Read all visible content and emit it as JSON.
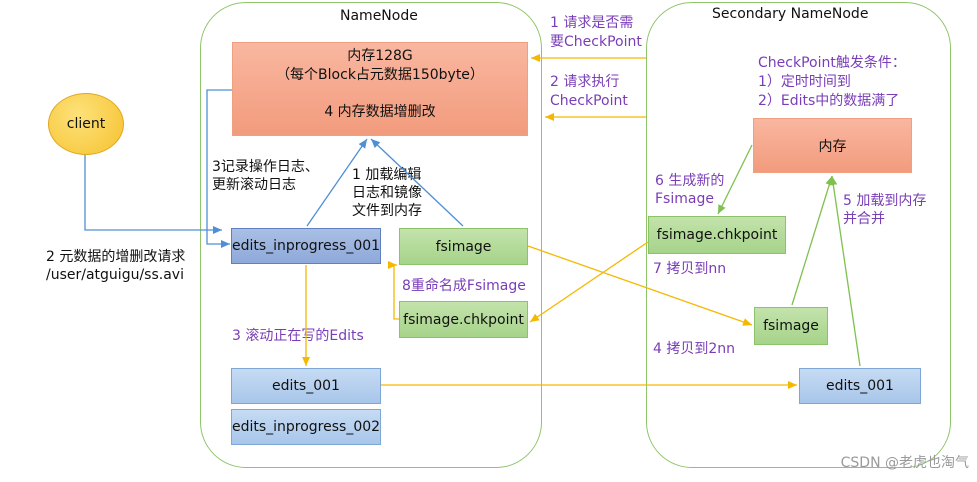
{
  "namenode": {
    "title": "NameNode",
    "memory": {
      "line1": "内存128G",
      "line2": "（每个Block占元数据150byte）",
      "line3": "4 内存数据增删改"
    },
    "edits_inprogress_001": "edits_inprogress_001",
    "fsimage": "fsimage",
    "fsimage_chkpoint": "fsimage.chkpoint",
    "edits_001": "edits_001",
    "edits_inprogress_002": "edits_inprogress_002",
    "label_record_log": [
      "3记录操作日志、",
      "更新滚动日志"
    ],
    "label_load": [
      "1 加载编辑",
      "日志和镜像",
      "文件到内存"
    ],
    "label_rename": "8重命名成Fsimage",
    "label_roll": "3 滚动正在写的Edits"
  },
  "secondary": {
    "title": "Secondary NameNode",
    "trigger": [
      "CheckPoint触发条件：",
      "1）定时时间到",
      "2）Edits中的数据满了"
    ],
    "memory": "内存",
    "fsimage_chkpoint": "fsimage.chkpoint",
    "fsimage": "fsimage",
    "edits_001": "edits_001",
    "label_generate": [
      "6 生成新的",
      "Fsimage"
    ],
    "label_load_merge": [
      "5 加载到内存",
      "并合并"
    ],
    "label_copy_nn": "7 拷贝到nn",
    "label_copy_2nn": "4 拷贝到2nn"
  },
  "client": {
    "label": "client",
    "request": [
      "2 元数据的增删改请求",
      "/user/atguigu/ss.avi"
    ]
  },
  "messages": {
    "ask_checkpoint": [
      "1 请求是否需",
      "要CheckPoint"
    ],
    "do_checkpoint": [
      "2 请求执行",
      "CheckPoint"
    ]
  },
  "watermark": "CSDN @老虎也淘气",
  "colors": {
    "panel_border": "#8fc46a",
    "orange_arrow": "#f5b800",
    "blue_arrow": "#4f8fd6",
    "green_arrow": "#7fc04f",
    "purple_text": "#7a3db8"
  }
}
